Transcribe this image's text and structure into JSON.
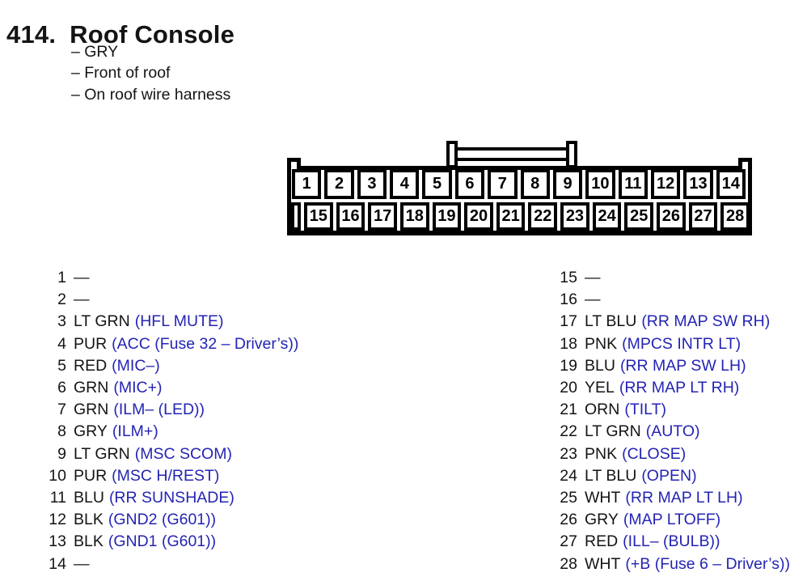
{
  "colors": {
    "ink": "#141414",
    "func_blue": "#2424b4"
  },
  "header": {
    "number": "414.",
    "title": "Roof Console",
    "notes": [
      {
        "text": "– GRY"
      },
      {
        "text": "– Front of roof"
      },
      {
        "text": "– On roof wire harness"
      }
    ]
  },
  "connector": {
    "top_pins": [
      {
        "label": "1"
      },
      {
        "label": "2"
      },
      {
        "label": "3"
      },
      {
        "label": "4"
      },
      {
        "label": "5"
      },
      {
        "label": "6"
      },
      {
        "label": "7"
      },
      {
        "label": "8"
      },
      {
        "label": "9"
      },
      {
        "label": "10"
      },
      {
        "label": "11"
      },
      {
        "label": "12"
      },
      {
        "label": "13"
      },
      {
        "label": "14"
      }
    ],
    "bottom_pins": [
      {
        "label": "15"
      },
      {
        "label": "16"
      },
      {
        "label": "17"
      },
      {
        "label": "18"
      },
      {
        "label": "19"
      },
      {
        "label": "20"
      },
      {
        "label": "21"
      },
      {
        "label": "22"
      },
      {
        "label": "23"
      },
      {
        "label": "24"
      },
      {
        "label": "25"
      },
      {
        "label": "26"
      },
      {
        "label": "27"
      },
      {
        "label": "28"
      }
    ]
  },
  "pin_table": {
    "left": [
      {
        "num": "1",
        "wire": "—",
        "func": ""
      },
      {
        "num": "2",
        "wire": "—",
        "func": ""
      },
      {
        "num": "3",
        "wire": "LT GRN",
        "func": "(HFL MUTE)"
      },
      {
        "num": "4",
        "wire": "PUR",
        "func": "(ACC (Fuse 32 – Driver’s))"
      },
      {
        "num": "5",
        "wire": "RED",
        "func": "(MIC–)"
      },
      {
        "num": "6",
        "wire": "GRN",
        "func": "(MIC+)"
      },
      {
        "num": "7",
        "wire": "GRN",
        "func": "(ILM– (LED))"
      },
      {
        "num": "8",
        "wire": "GRY",
        "func": "(ILM+)"
      },
      {
        "num": "9",
        "wire": "LT GRN",
        "func": "(MSC SCOM)"
      },
      {
        "num": "10",
        "wire": "PUR",
        "func": "(MSC H/REST)"
      },
      {
        "num": "11",
        "wire": "BLU",
        "func": "(RR SUNSHADE)"
      },
      {
        "num": "12",
        "wire": "BLK",
        "func": "(GND2 (G601))"
      },
      {
        "num": "13",
        "wire": "BLK",
        "func": "(GND1 (G601))"
      },
      {
        "num": "14",
        "wire": "—",
        "func": ""
      }
    ],
    "right": [
      {
        "num": "15",
        "wire": "—",
        "func": ""
      },
      {
        "num": "16",
        "wire": "—",
        "func": ""
      },
      {
        "num": "17",
        "wire": "LT BLU",
        "func": "(RR MAP SW RH)"
      },
      {
        "num": "18",
        "wire": "PNK",
        "func": "(MPCS INTR LT)"
      },
      {
        "num": "19",
        "wire": "BLU",
        "func": "(RR MAP SW LH)"
      },
      {
        "num": "20",
        "wire": "YEL",
        "func": "(RR MAP LT RH)"
      },
      {
        "num": "21",
        "wire": "ORN",
        "func": "(TILT)"
      },
      {
        "num": "22",
        "wire": "LT GRN",
        "func": "(AUTO)"
      },
      {
        "num": "23",
        "wire": "PNK",
        "func": "(CLOSE)"
      },
      {
        "num": "24",
        "wire": "LT BLU",
        "func": "(OPEN)"
      },
      {
        "num": "25",
        "wire": "WHT",
        "func": "(RR MAP LT LH)"
      },
      {
        "num": "26",
        "wire": "GRY",
        "func": "(MAP LTOFF)"
      },
      {
        "num": "27",
        "wire": "RED",
        "func": "(ILL– (BULB))"
      },
      {
        "num": "28",
        "wire": "WHT",
        "func": "(+B (Fuse 6 – Driver’s))"
      }
    ]
  }
}
